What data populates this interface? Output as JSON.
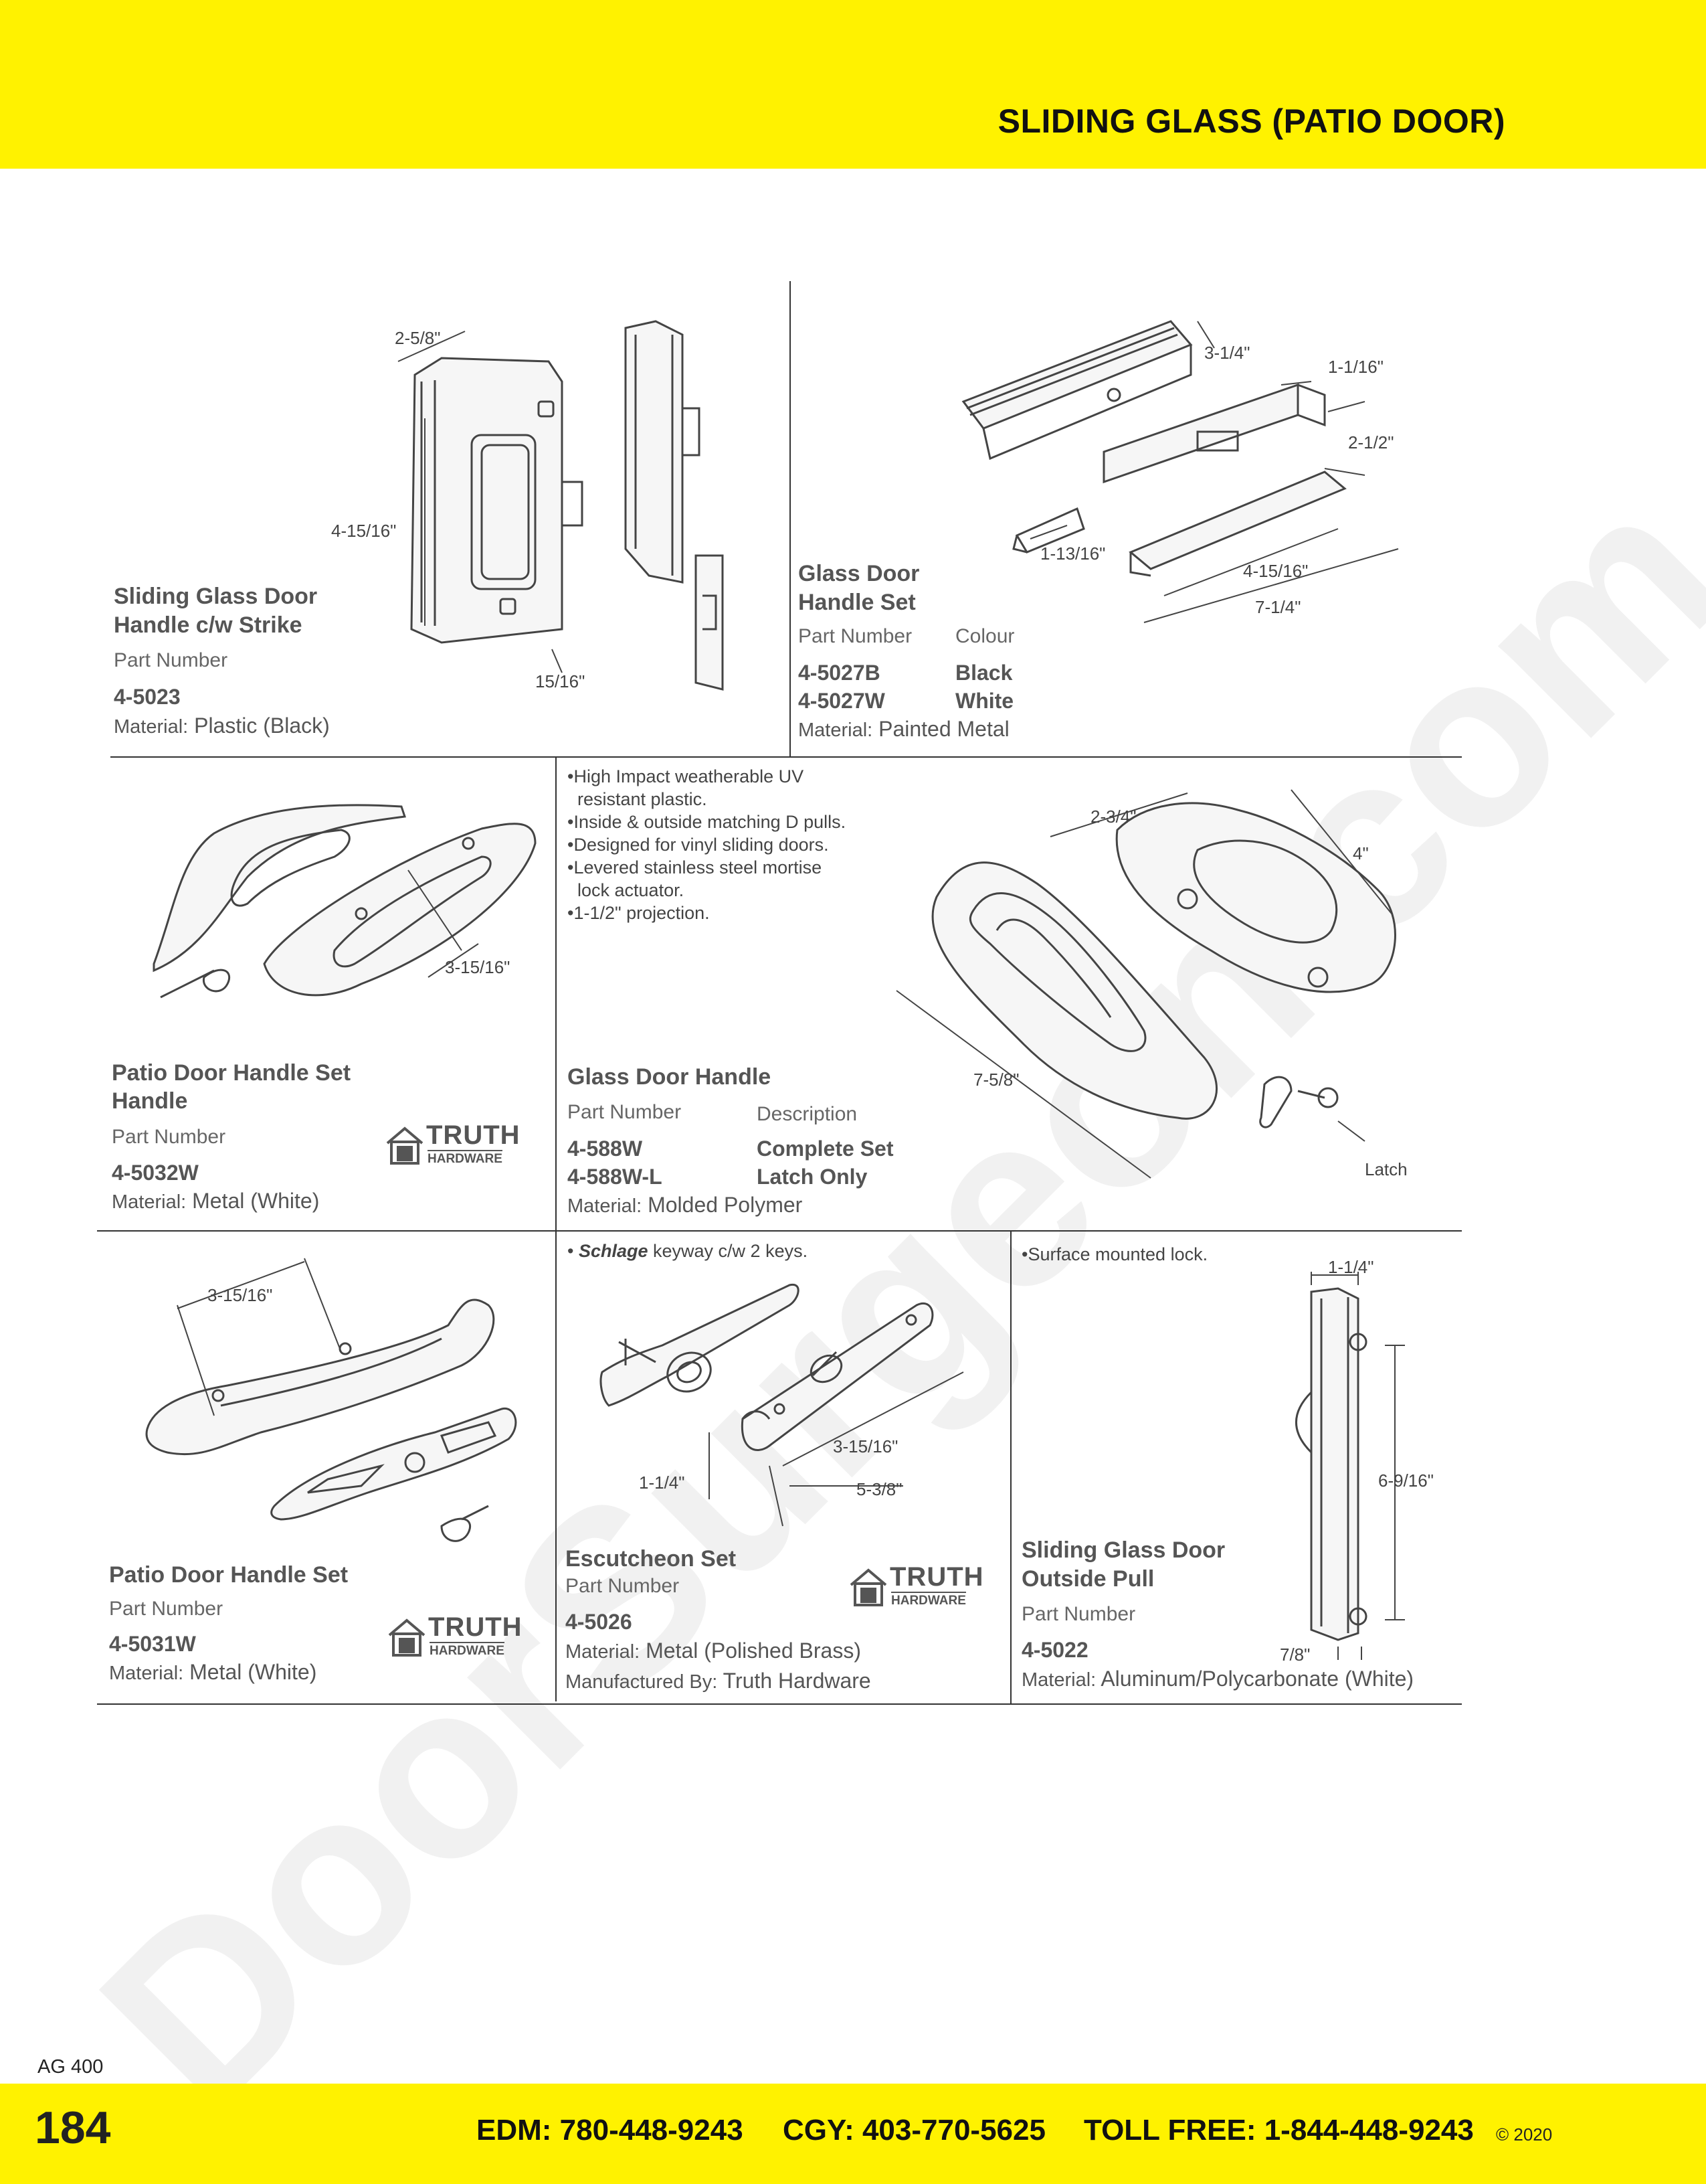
{
  "header": {
    "title": "SLIDING GLASS (PATIO DOOR)"
  },
  "watermark": {
    "text": "DoorSurgeon.com"
  },
  "products": {
    "p1": {
      "title1": "Sliding Glass Door",
      "title2": "Handle c/w Strike",
      "part_label": "Part Number",
      "part": "4-5023",
      "material_label": "Material:",
      "material": "Plastic (Black)",
      "dims": {
        "a": "2-5/8\"",
        "b": "4-15/16\"",
        "c": "15/16\""
      }
    },
    "p2": {
      "title1": "Glass Door",
      "title2": "Handle Set",
      "part_label": "Part Number",
      "colour_label": "Colour",
      "parts": [
        "4-5027B",
        "4-5027W"
      ],
      "colours": [
        "Black",
        "White"
      ],
      "material_label": "Material:",
      "material": "Painted Metal",
      "dims": {
        "a": "3-1/4\"",
        "b": "1-1/16\"",
        "c": "2-1/2\"",
        "d": "1-13/16\"",
        "e": "4-15/16\"",
        "f": "7-1/4\""
      }
    },
    "p3": {
      "title1": "Patio Door Handle Set",
      "title2": "Handle",
      "part_label": "Part Number",
      "part": "4-5032W",
      "material_label": "Material:",
      "material": "Metal (White)",
      "dims": {
        "a": "3-15/16\""
      }
    },
    "p4": {
      "notes": [
        "•High Impact weatherable UV",
        "  resistant plastic.",
        "•Inside & outside matching D pulls.",
        "•Designed for vinyl sliding doors.",
        "•Levered stainless steel mortise",
        "  lock actuator.",
        "•1-1/2\" projection."
      ],
      "title": "Glass Door Handle",
      "part_label": "Part Number",
      "desc_label": "Description",
      "parts": [
        "4-588W",
        "4-588W-L"
      ],
      "descs": [
        "Complete Set",
        "Latch Only"
      ],
      "material_label": "Material:",
      "material": "Molded Polymer",
      "dims": {
        "a": "2-3/4\"",
        "b": "4\"",
        "c": "7-5/8\"",
        "latch": "Latch"
      }
    },
    "p5": {
      "title": "Patio Door Handle Set",
      "part_label": "Part Number",
      "part": "4-5031W",
      "material_label": "Material:",
      "material": "Metal (White)",
      "dims": {
        "a": "3-15/16\""
      }
    },
    "p6": {
      "note_bullet": "• ",
      "note_brand": "Schlage",
      "note_rest": " keyway c/w 2 keys.",
      "title": "Escutcheon Set",
      "part_label": "Part Number",
      "part": "4-5026",
      "material_label": "Material:",
      "material": "Metal (Polished Brass)",
      "mfr_label": "Manufactured By:",
      "mfr": "Truth Hardware",
      "dims": {
        "a": "1-1/4\"",
        "b": "3-15/16\"",
        "c": "5-3/8\""
      }
    },
    "p7": {
      "note": "•Surface mounted lock.",
      "title1": "Sliding Glass Door",
      "title2": "Outside Pull",
      "part_label": "Part Number",
      "part": "4-5022",
      "material_label": "Material:",
      "material": "Aluminum/Polycarbonate (White)",
      "dims": {
        "a": "1-1/4\"",
        "b": "6-9/16\"",
        "c": "7/8\""
      }
    }
  },
  "logo": {
    "word": "TRUTH",
    "sub": "HARDWARE"
  },
  "footer": {
    "page_code": "AG 400",
    "page_number": "184",
    "edm": "EDM: 780-448-9243",
    "cgy": "CGY: 403-770-5625",
    "toll": "TOLL FREE: 1-844-448-9243",
    "copyright": "© 2020"
  },
  "colors": {
    "band": "#fff200",
    "text": "#555555",
    "rule": "#333333"
  }
}
